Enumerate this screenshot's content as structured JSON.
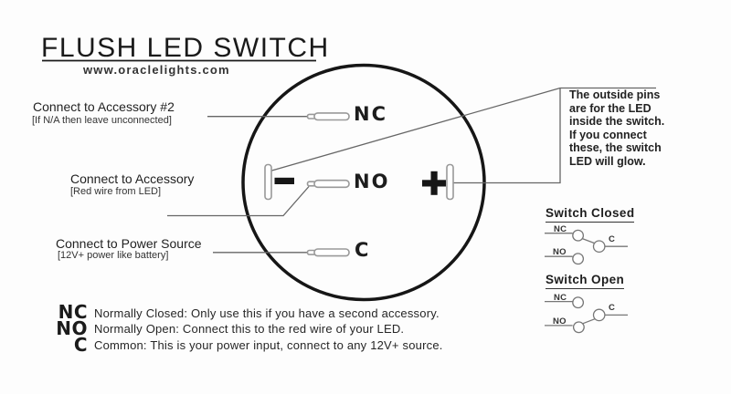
{
  "colors": {
    "ink": "#1a1a1a",
    "body_text": "#222222",
    "thin_line": "#666666",
    "pin_outline": "#999999",
    "background": "#fdfdfd"
  },
  "header": {
    "title": "FLUSH LED SWITCH",
    "website": "www.oraclelights.com"
  },
  "annotations": {
    "accessory2": {
      "line1": "Connect to Accessory #2",
      "line2": "[If N/A then leave unconnected]"
    },
    "accessory": {
      "line1": "Connect to Accessory",
      "line2": "[Red wire from LED]"
    },
    "power": {
      "line1": "Connect to Power Source",
      "line2": "[12V+ power like battery]"
    }
  },
  "switch_pins": {
    "nc": "NC",
    "no": "NO",
    "c": "C"
  },
  "led_note": {
    "lines": [
      "The outside pins",
      "are for the LED",
      "inside the switch.",
      "If you connect",
      "these, the switch",
      "LED will glow."
    ]
  },
  "states": {
    "closed": {
      "title": "Switch Closed",
      "nc": "NC",
      "no": "NO",
      "c": "C"
    },
    "open": {
      "title": "Switch Open",
      "nc": "NC",
      "no": "NO",
      "c": "C"
    }
  },
  "legend": {
    "rows": [
      {
        "term": "NC",
        "desc": "Normally Closed: Only use this if you have a second accessory."
      },
      {
        "term": "NO",
        "desc": "Normally Open: Connect this to the red wire of your LED."
      },
      {
        "term": "C",
        "desc": "Common: This is your power input, connect to any 12V+ source."
      }
    ]
  }
}
